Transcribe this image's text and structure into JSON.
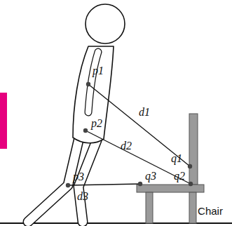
{
  "diagram": {
    "labels": [
      "p1",
      "d1",
      "p2",
      "d2",
      "q1",
      "p3",
      "q3",
      "q2",
      "d3",
      "Chair"
    ]
  }
}
